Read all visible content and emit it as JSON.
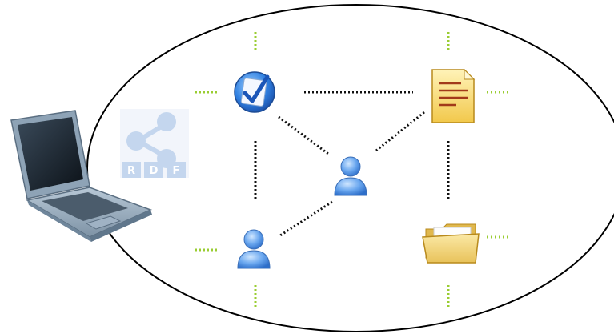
{
  "diagram": {
    "boundary": "ellipse",
    "nodes": [
      {
        "id": "laptop",
        "icon": "laptop-icon"
      },
      {
        "id": "rdf",
        "icon": "rdf-logo-icon",
        "letters": [
          "R",
          "D",
          "F"
        ]
      },
      {
        "id": "task",
        "icon": "checkmark-task-icon"
      },
      {
        "id": "document",
        "icon": "document-icon"
      },
      {
        "id": "user-center",
        "icon": "user-icon"
      },
      {
        "id": "user-bottom",
        "icon": "user-icon"
      },
      {
        "id": "folder",
        "icon": "folder-icon"
      }
    ],
    "edges": [
      {
        "from": "task",
        "to": "document",
        "style": "dotted-black"
      },
      {
        "from": "task",
        "to": "user-center",
        "style": "dotted-black"
      },
      {
        "from": "document",
        "to": "user-center",
        "style": "dotted-black"
      },
      {
        "from": "task",
        "to": "user-bottom",
        "style": "dotted-black"
      },
      {
        "from": "user-center",
        "to": "user-bottom",
        "style": "dotted-black"
      },
      {
        "from": "document",
        "to": "folder",
        "style": "dotted-black"
      }
    ],
    "colors": {
      "outline": "#000000",
      "link_dots": "#111111",
      "stub_dots": "#9acd32",
      "user_icon": "#4a8fe0",
      "document_icon": "#f2c84b",
      "folder_icon": "#f4d77a",
      "rdf_logo": "#c4d6ee"
    }
  }
}
